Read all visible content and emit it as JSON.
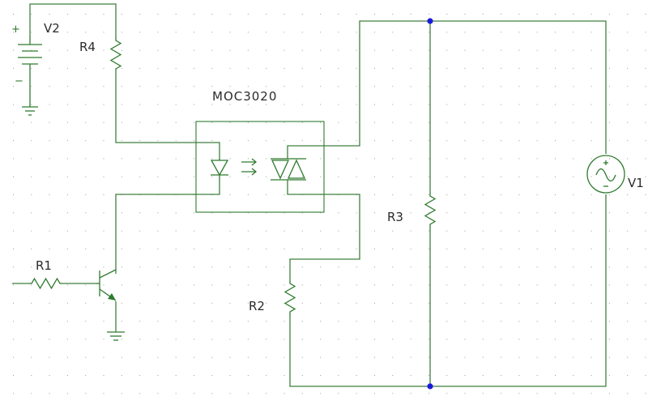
{
  "labels": {
    "v2": "V2",
    "v1": "V1",
    "r1": "R1",
    "r2": "R2",
    "r3": "R3",
    "r4": "R4",
    "ic": "MOC3020"
  },
  "battery_signs": {
    "plus": "+",
    "minus": "−"
  },
  "colors": {
    "wire": "#3f7f3f",
    "component": "#2f7a2f",
    "junction": "#1a1adc",
    "grid_dot": "#9a9a9a",
    "text": "#2b2b2b"
  },
  "icons": {
    "battery": "dc-voltage-source-icon",
    "ac_source": "ac-voltage-source-icon",
    "ground": "ground-icon",
    "resistor": "resistor-icon",
    "led": "led-icon",
    "triac": "triac-icon",
    "transistor": "npn-transistor-icon"
  }
}
